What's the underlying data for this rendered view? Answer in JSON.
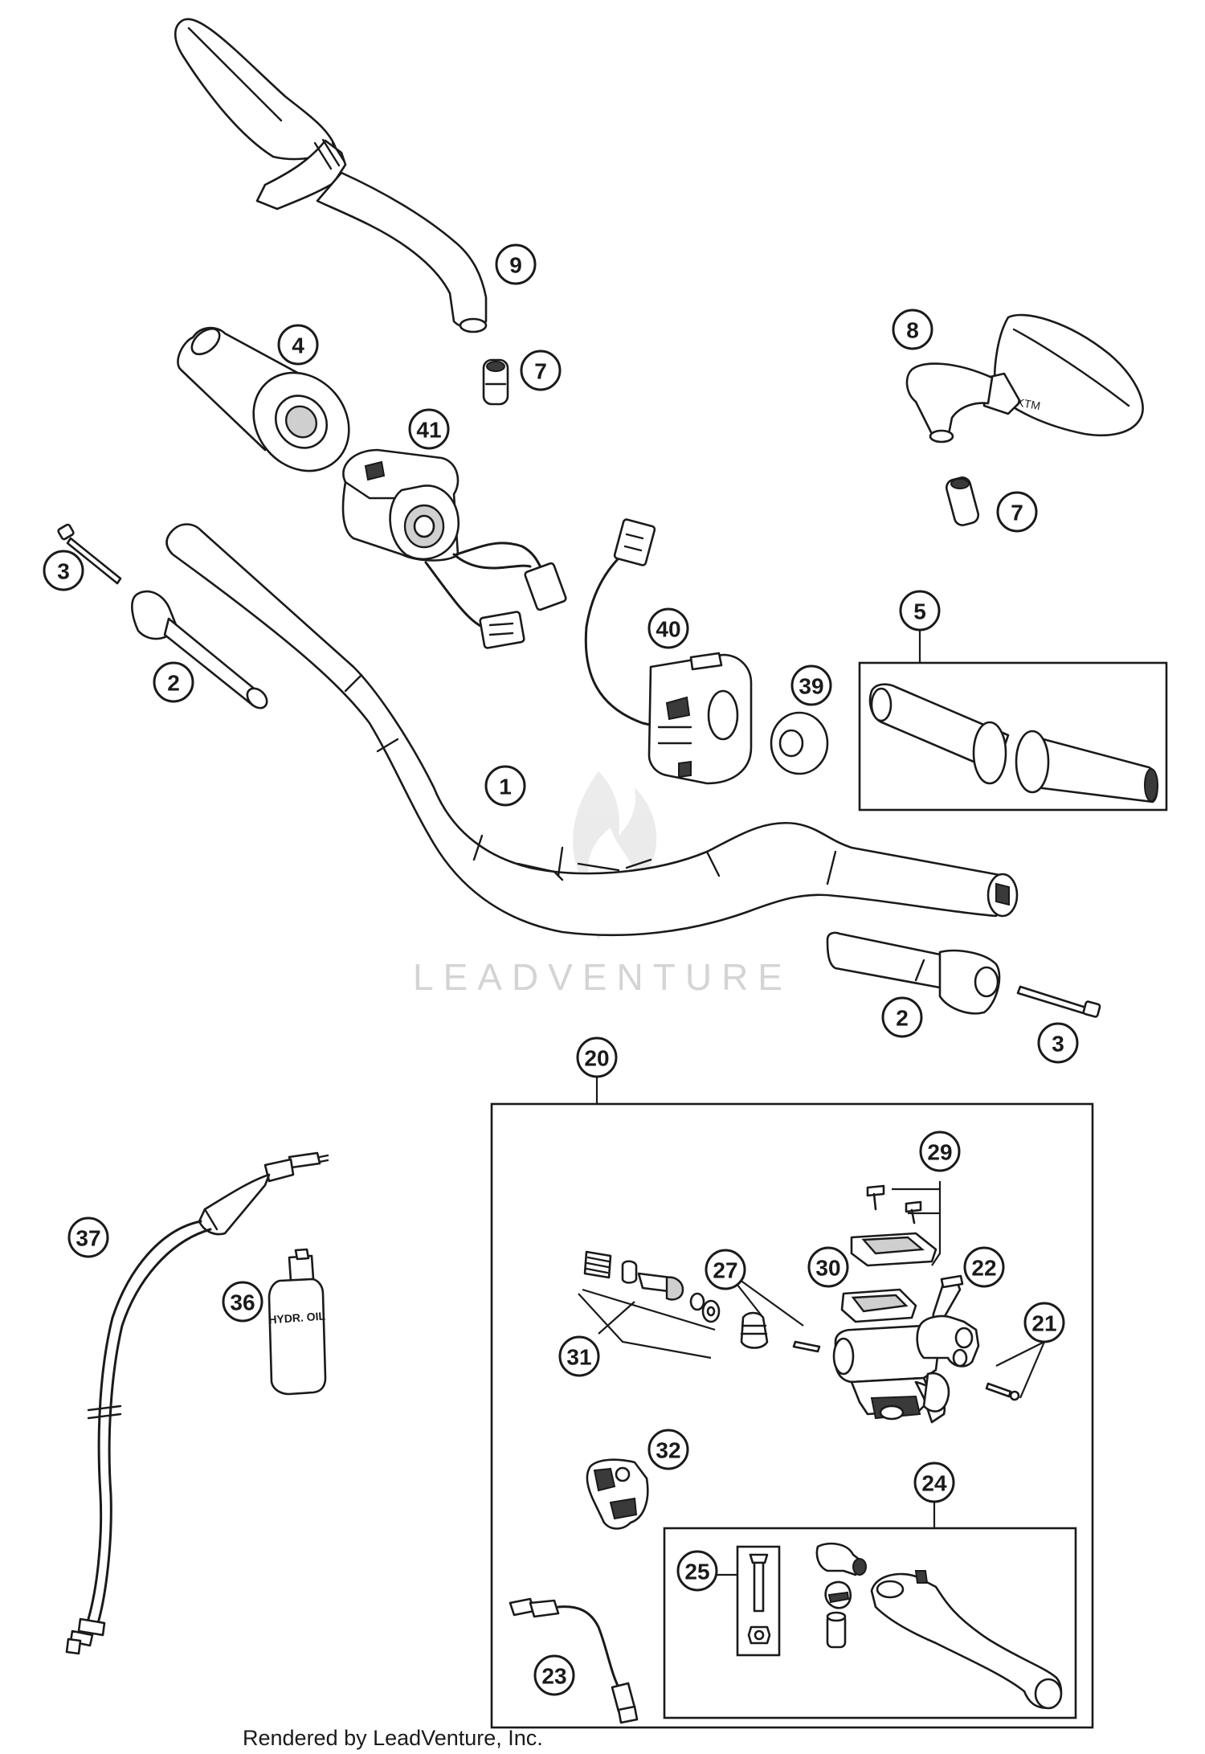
{
  "watermark": {
    "text": "LEADVENTURE"
  },
  "credit": {
    "text": "Rendered by LeadVenture, Inc."
  },
  "labels": {
    "bottle": "HYDR. OIL"
  },
  "callouts": [
    {
      "id": "c9",
      "label": "9"
    },
    {
      "id": "c4",
      "label": "4"
    },
    {
      "id": "c7a",
      "label": "7"
    },
    {
      "id": "c8",
      "label": "8"
    },
    {
      "id": "c41",
      "label": "41"
    },
    {
      "id": "c7b",
      "label": "7"
    },
    {
      "id": "c3a",
      "label": "3"
    },
    {
      "id": "c2a",
      "label": "2"
    },
    {
      "id": "c40",
      "label": "40"
    },
    {
      "id": "c5",
      "label": "5"
    },
    {
      "id": "c39",
      "label": "39"
    },
    {
      "id": "c1",
      "label": "1"
    },
    {
      "id": "c2b",
      "label": "2"
    },
    {
      "id": "c3b",
      "label": "3"
    },
    {
      "id": "c20",
      "label": "20"
    },
    {
      "id": "c29",
      "label": "29"
    },
    {
      "id": "c37",
      "label": "37"
    },
    {
      "id": "c27",
      "label": "27"
    },
    {
      "id": "c30",
      "label": "30"
    },
    {
      "id": "c22",
      "label": "22"
    },
    {
      "id": "c36",
      "label": "36"
    },
    {
      "id": "c21",
      "label": "21"
    },
    {
      "id": "c31",
      "label": "31"
    },
    {
      "id": "c32",
      "label": "32"
    },
    {
      "id": "c24",
      "label": "24"
    },
    {
      "id": "c25",
      "label": "25"
    },
    {
      "id": "c23",
      "label": "23"
    }
  ]
}
